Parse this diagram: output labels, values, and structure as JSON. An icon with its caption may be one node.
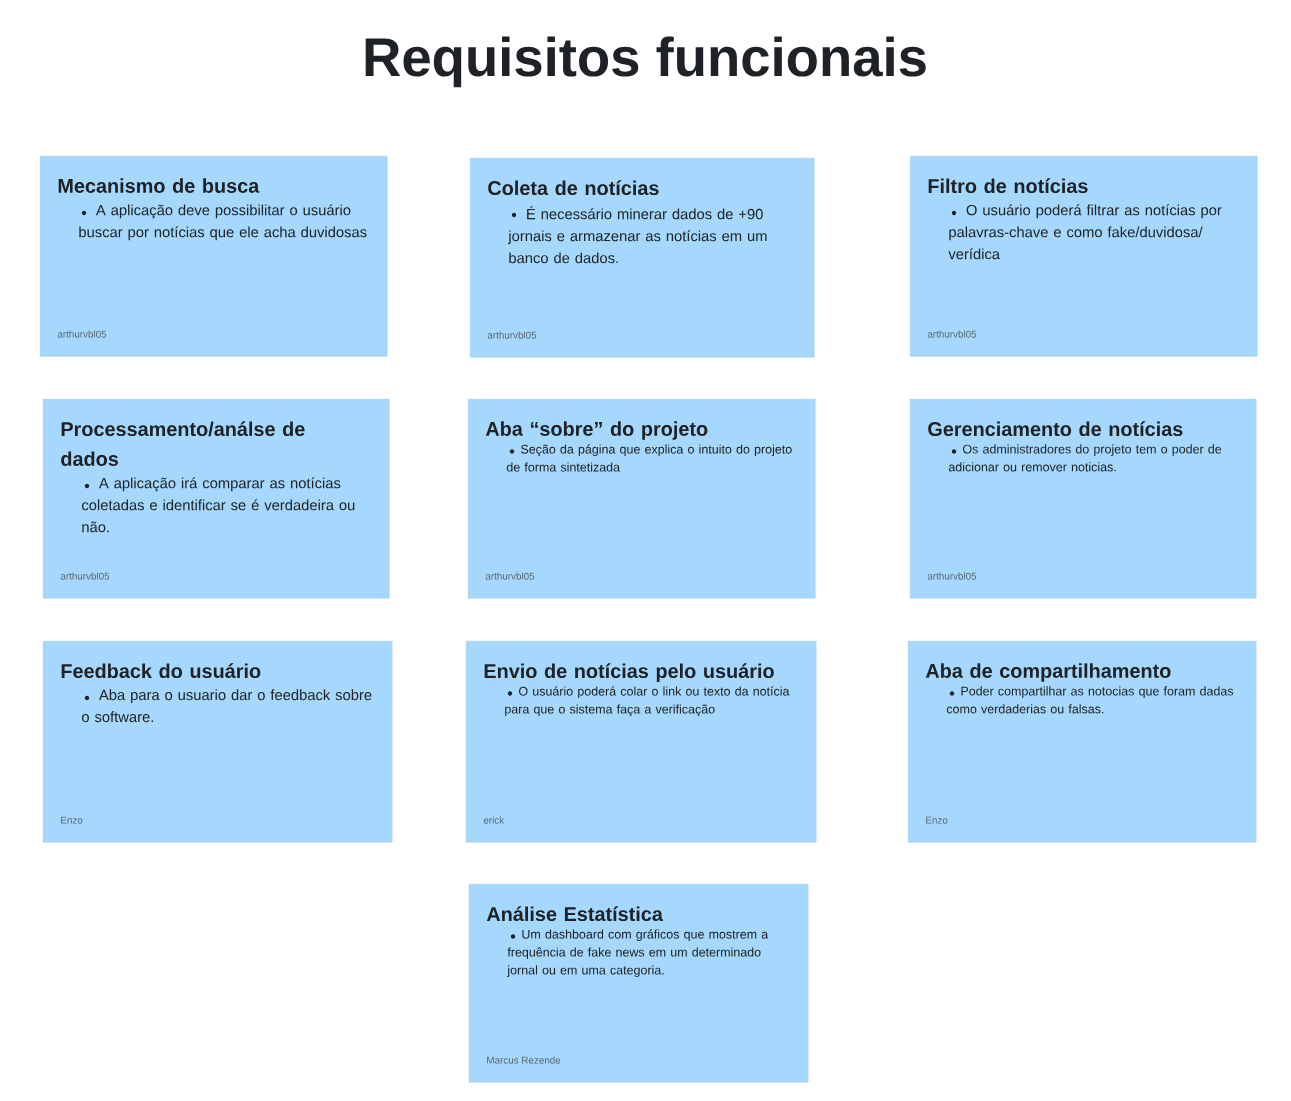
{
  "diagram": {
    "title": "Requisitos funcionais",
    "nodes": [
      {
        "text": [
          "Mecanismo de busca",
          "A aplicação deve possibilitar o usuário buscar por notícias que ele acha duvidosas",
          "arthurvbl05"
        ]
      },
      {
        "text": [
          "Coleta de notícias",
          "É necessário minerar dados de +90 jornais e armazenar as notícias em um banco de dados.",
          "arthurvbl05"
        ]
      },
      {
        "text": [
          "Filtro de notícias",
          "O usuário poderá filtrar as notícias por palavras-chave e como fake/duvidosa/ verídica",
          "arthurvbl05"
        ]
      },
      {
        "text": [
          "Processamento/análse de dados",
          "A aplicação irá comparar as notícias coletadas e identificar se é verdadeira ou não.",
          "arthurvbl05"
        ]
      },
      {
        "text": [
          "Aba “sobre” do projeto",
          "Seção da página que explica o intuito do projeto de forma sintetizada",
          "arthurvbl05"
        ]
      },
      {
        "text": [
          "Gerenciamento de notícias",
          "Os administradores do projeto tem o poder de adicionar ou remover noticias.",
          "arthurvbl05"
        ]
      },
      {
        "text": [
          "Feedback do usuário",
          "Aba para o usuario dar o feedback sobre o software.",
          "Enzo"
        ]
      },
      {
        "text": [
          "Envio de notícias pelo usuário",
          "O usuário poderá colar o link ou texto da notícia para que o sistema faça a verificação",
          "erick"
        ]
      },
      {
        "text": [
          "Aba de compartilhamento",
          "Poder compartilhar as notocias que foram dadas como verdaderias ou falsas.",
          "Enzo"
        ]
      },
      {
        "text": [
          "Análise Estatística",
          "Um dashboard com gráficos que mostrem a frequência de fake news em um determinado jornal ou em uma categoria.",
          "Marcus Rezende"
        ]
      }
    ]
  }
}
